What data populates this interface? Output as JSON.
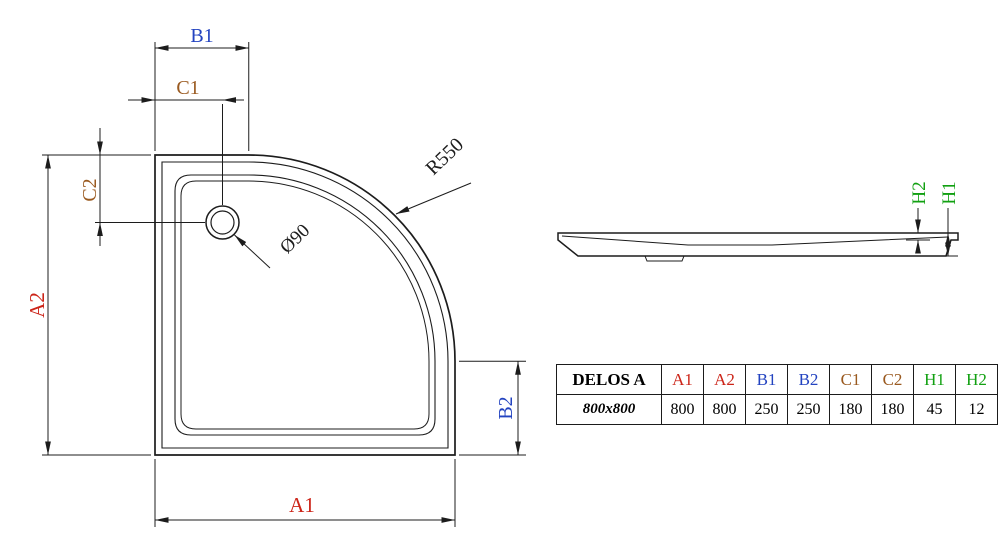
{
  "colors": {
    "a_dims": "#cc2418",
    "b_dims": "#2343c0",
    "c_dims": "#9a5a20",
    "h_dims": "#11a011",
    "line": "#1c1c1c"
  },
  "top_view": {
    "dim_a1": "A1",
    "dim_a2": "A2",
    "dim_b1": "B1",
    "dim_b2": "B2",
    "dim_c1": "C1",
    "dim_c2": "C2",
    "radius_label": "R550",
    "drain_label": "Ø90"
  },
  "side_view": {
    "dim_h1": "H1",
    "dim_h2": "H2"
  },
  "table": {
    "model": "DELOS A",
    "size": "800x800",
    "columns": [
      "A1",
      "A2",
      "B1",
      "B2",
      "C1",
      "C2",
      "H1",
      "H2"
    ],
    "values": [
      "800",
      "800",
      "250",
      "250",
      "180",
      "180",
      "45",
      "12"
    ]
  }
}
